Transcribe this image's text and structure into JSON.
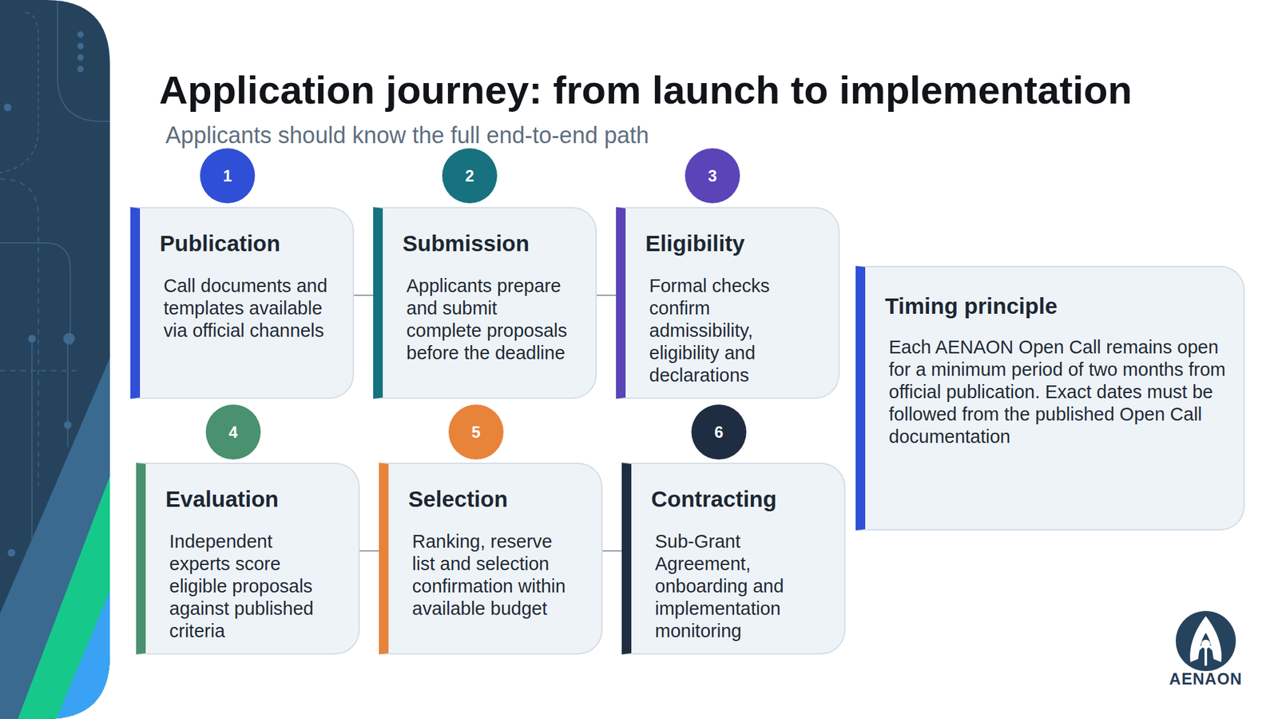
{
  "diagram": {
    "title": "Application journey: from launch to implementation",
    "caption": "Applicants should know the full end-to-end path",
    "nodes": [
      {
        "text": [
          "1"
        ]
      },
      {
        "text": [
          "Publication",
          "Call documents and templates available via official channels"
        ]
      },
      {
        "text": [
          "2"
        ]
      },
      {
        "text": [
          "Submission",
          "Applicants prepare and submit complete proposals before the deadline"
        ]
      },
      {
        "text": [
          "3"
        ]
      },
      {
        "text": [
          "Eligibility",
          "Formal checks confirm admissibility, eligibility and declarations"
        ]
      },
      {
        "text": [
          "4"
        ]
      },
      {
        "text": [
          "Evaluation",
          "Independent experts score eligible proposals against published criteria"
        ]
      },
      {
        "text": [
          "5"
        ]
      },
      {
        "text": [
          "Selection",
          "Ranking, reserve list and selection confirmation within available budget"
        ]
      },
      {
        "text": [
          "6"
        ]
      },
      {
        "text": [
          "Contracting",
          "Sub-Grant Agreement, onboarding and implementation monitoring"
        ]
      },
      {
        "text": [
          "Timing principle",
          "Each AENAON Open Call remains open for a minimum period of two months from official publication. Exact dates must be followed from the published Open Call documentation"
        ]
      }
    ],
    "edges": [
      {
        "from": 1,
        "to": 3,
        "arrow": "none"
      },
      {
        "from": 3,
        "to": 5,
        "arrow": "none"
      },
      {
        "from": 7,
        "to": 9,
        "arrow": "none"
      },
      {
        "from": 9,
        "to": 11,
        "arrow": "none"
      }
    ],
    "labels": [
      "AENAON"
    ]
  }
}
